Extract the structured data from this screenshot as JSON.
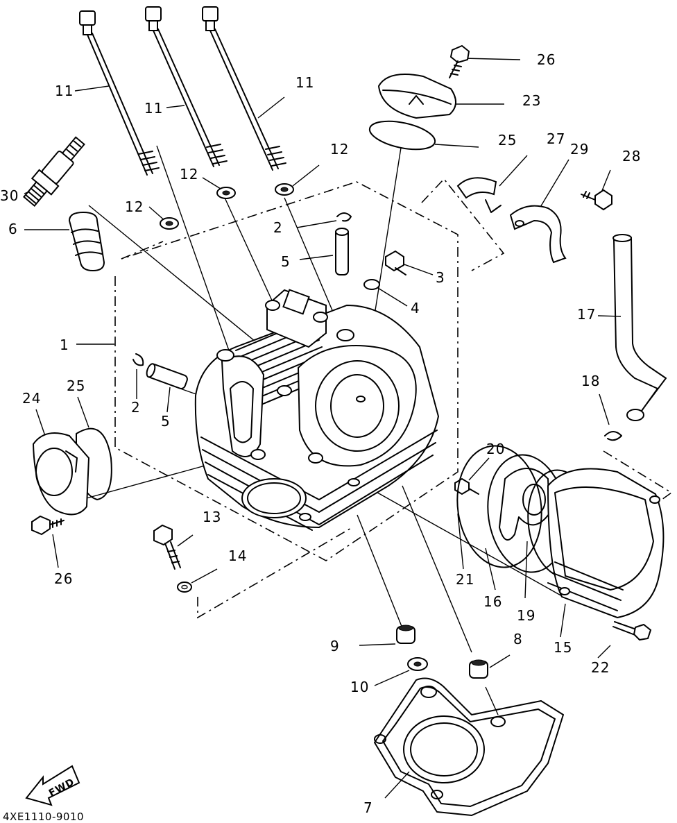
{
  "diagram": {
    "drawing_code": "4XE1110-9010",
    "direction_label": "FWD",
    "callouts": [
      "26",
      "23",
      "11",
      "11",
      "11",
      "25",
      "27",
      "29",
      "28",
      "12",
      "12",
      "12",
      "30",
      "2",
      "6",
      "5",
      "3",
      "4",
      "17",
      "1",
      "18",
      "2",
      "5",
      "24",
      "25",
      "20",
      "13",
      "21",
      "16",
      "19",
      "14",
      "26",
      "15",
      "22",
      "9",
      "8",
      "10",
      "7"
    ]
  }
}
